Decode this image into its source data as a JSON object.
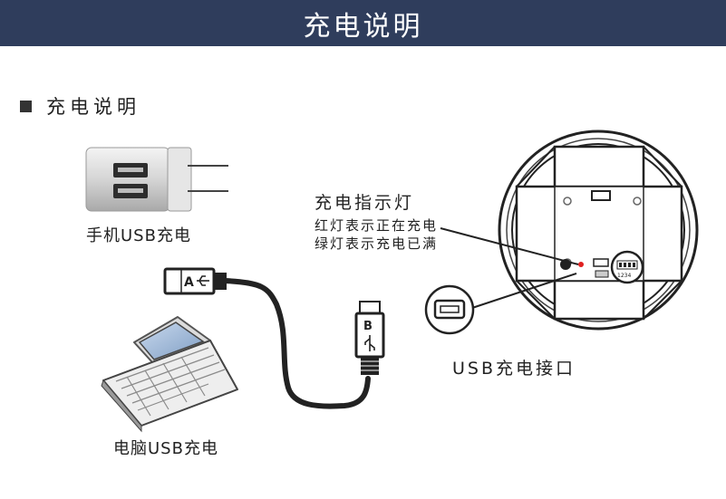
{
  "page": {
    "title": "充电说明",
    "section_heading": "充电说明"
  },
  "labels": {
    "wall_charger": "手机USB充电",
    "computer": "电脑USB充电",
    "usb_port": "USB充电接口",
    "indicator_title": "充电指示灯",
    "indicator_red": "红灯表示正在充电",
    "indicator_green": "绿灯表示充电已满"
  },
  "connector_letters": {
    "type_a": "A",
    "type_b": "B"
  },
  "switch_numbers": "1234",
  "colors": {
    "title_bar": "#2f3d5c",
    "indicator_led": "#e02020"
  }
}
